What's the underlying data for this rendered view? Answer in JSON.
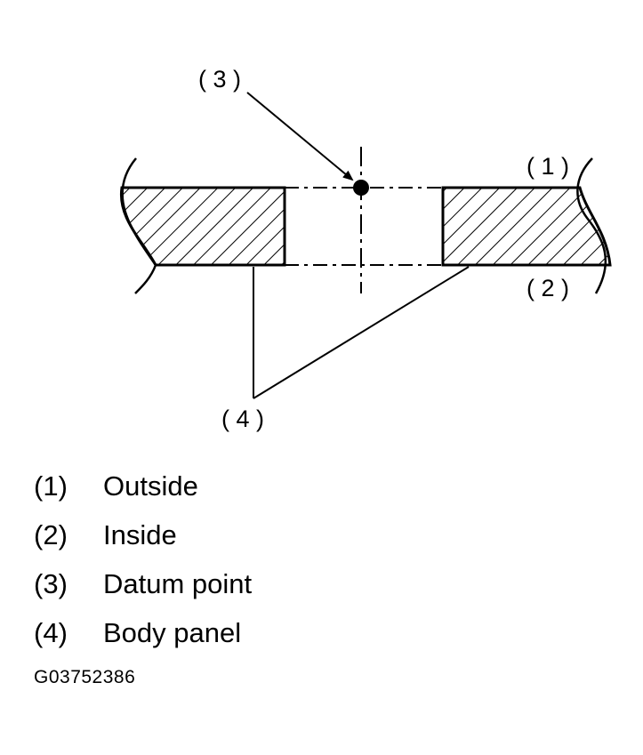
{
  "diagram": {
    "callouts": {
      "outside": "( 1 )",
      "inside": "( 2 )",
      "datum_point": "( 3 )",
      "body_panel": "( 4 )"
    }
  },
  "legend": [
    {
      "num": "(1)",
      "text": "Outside"
    },
    {
      "num": "(2)",
      "text": "Inside"
    },
    {
      "num": "(3)",
      "text": "Datum point"
    },
    {
      "num": "(4)",
      "text": "Body panel"
    }
  ],
  "figure_code": "G03752386"
}
